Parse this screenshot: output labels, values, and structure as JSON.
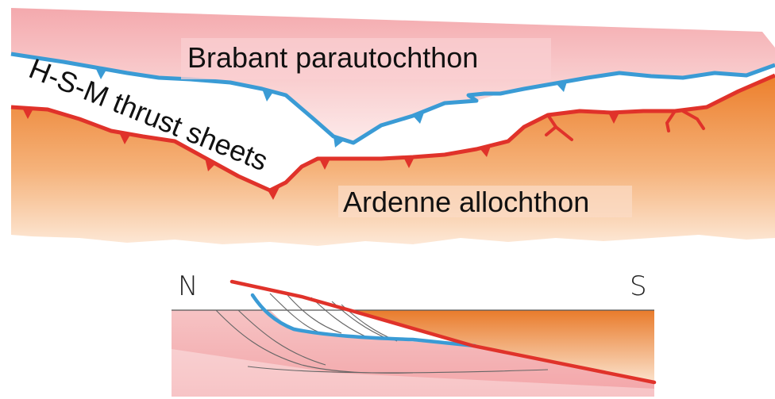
{
  "labels": {
    "upper_unit": "Brabant parautochthon",
    "middle_unit": "H-S-M thrust sheets",
    "lower_unit": "Ardenne allochthon",
    "north": "N",
    "south": "S"
  },
  "colors": {
    "brabant_pink": "#f4b7b9",
    "brabant_pink_light": "#fde2e2",
    "ardenne_orange": "#ee8a3a",
    "ardenne_orange_light": "#fde8d6",
    "blue_thrust": "#3a9bd5",
    "red_thrust": "#e0322a",
    "fault_lines": "#666666"
  }
}
